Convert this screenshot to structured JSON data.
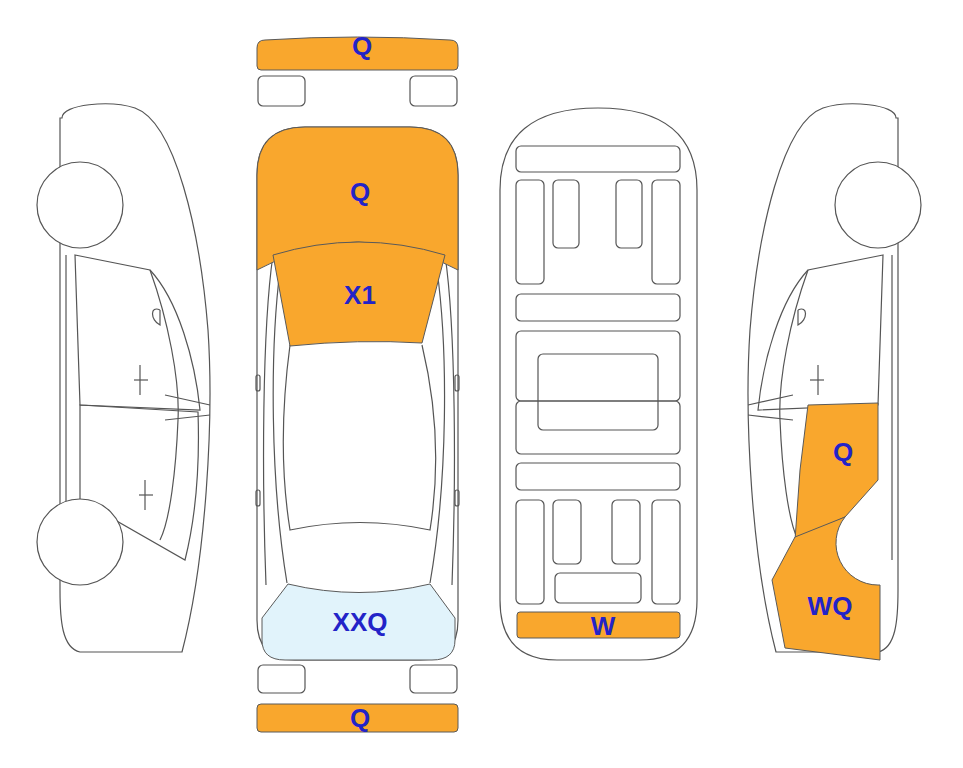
{
  "diagram": {
    "nodes": [
      {
        "text": [
          "Q"
        ]
      },
      {
        "text": [
          "Q"
        ]
      },
      {
        "text": [
          "X1"
        ]
      },
      {
        "text": [
          "Q"
        ]
      },
      {
        "text": [
          "WQ"
        ]
      },
      {
        "text": [
          "XXQ"
        ]
      },
      {
        "text": [
          "W"
        ]
      },
      {
        "text": [
          "Q"
        ]
      }
    ]
  }
}
